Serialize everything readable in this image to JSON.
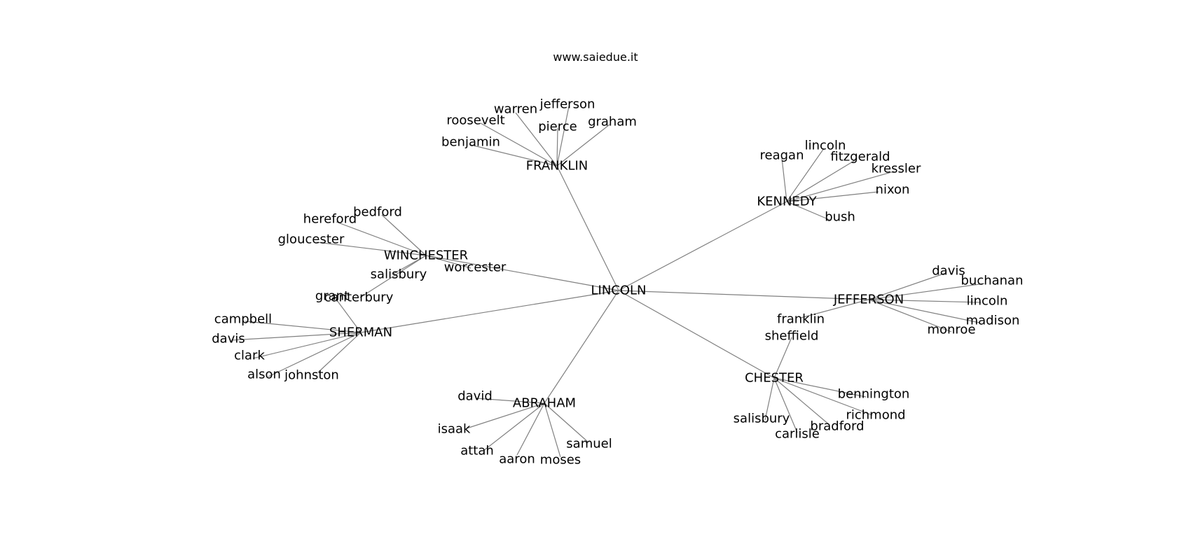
{
  "watermark": "www.saiedue.it",
  "root": "LINCOLN",
  "groups": [
    {
      "hub": "FRANKLIN",
      "leaves": [
        "benjamin",
        "roosevelt",
        "warren",
        "jefferson",
        "pierce",
        "graham"
      ]
    },
    {
      "hub": "KENNEDY",
      "leaves": [
        "reagan",
        "lincoln",
        "fitzgerald",
        "kressler",
        "nixon",
        "bush"
      ]
    },
    {
      "hub": "WINCHESTER",
      "leaves": [
        "hereford",
        "bedford",
        "gloucester",
        "salisbury",
        "worcester",
        "canterbury"
      ]
    },
    {
      "hub": "JEFFERSON",
      "leaves": [
        "davis",
        "buchanan",
        "lincoln",
        "madison",
        "monroe",
        "franklin"
      ]
    },
    {
      "hub": "SHERMAN",
      "leaves": [
        "grant",
        "campbell",
        "davis",
        "clark",
        "alson",
        "johnston"
      ]
    },
    {
      "hub": "CHESTER",
      "leaves": [
        "sheffield",
        "bennington",
        "richmond",
        "bradford",
        "carlisle",
        "salisbury"
      ]
    },
    {
      "hub": "ABRAHAM",
      "leaves": [
        "david",
        "isaak",
        "attah",
        "aaron",
        "moses",
        "samuel"
      ]
    }
  ]
}
